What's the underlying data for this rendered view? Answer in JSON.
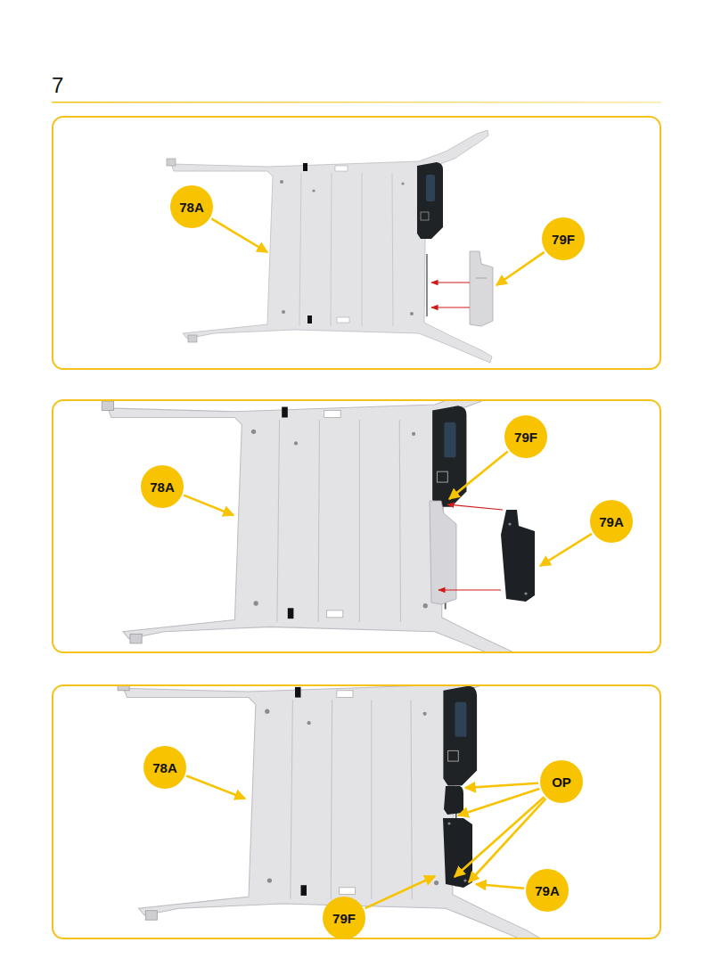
{
  "diagram": {
    "title": "7",
    "nodes": [
      {
        "text": [
          "78A"
        ]
      },
      {
        "text": [
          "79F"
        ]
      },
      {
        "text": [
          "79F"
        ]
      },
      {
        "text": [
          "78A"
        ]
      },
      {
        "text": [
          "79A"
        ]
      },
      {
        "text": [
          "78A"
        ]
      },
      {
        "text": [
          "OP"
        ]
      },
      {
        "text": [
          "79A"
        ]
      },
      {
        "text": [
          "79F"
        ]
      }
    ]
  }
}
